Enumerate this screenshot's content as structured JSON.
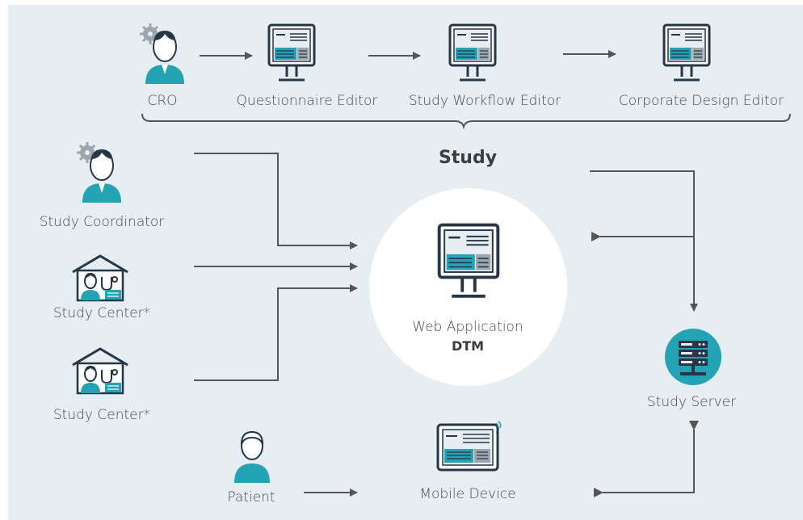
{
  "top_row": {
    "cro": "CRO",
    "questionnaire_editor": "Questionnaire Editor",
    "study_workflow_editor": "Study Workflow Editor",
    "corporate_design_editor": "Corporate Design Editor"
  },
  "study_title": "Study",
  "left_column": {
    "study_coordinator": "Study Coordinator",
    "study_center_1": "Study Center*",
    "study_center_2": "Study Center*",
    "patient": "Patient"
  },
  "center": {
    "web_application": "Web Application",
    "dtm": "DTM",
    "mobile_device": "Mobile Device"
  },
  "right_column": {
    "study_server": "Study Server"
  },
  "colors": {
    "background": "#e6eef3",
    "teal": "#23a3b3",
    "dark": "#263646",
    "line": "#555555"
  },
  "icons": {
    "cro": "person-gear-icon",
    "editor": "monitor-icon",
    "study_coordinator": "person-gear-icon",
    "study_center": "house-doctor-icon",
    "patient": "person-icon",
    "mobile_device": "tablet-wifi-icon",
    "study_server": "server-icon"
  }
}
